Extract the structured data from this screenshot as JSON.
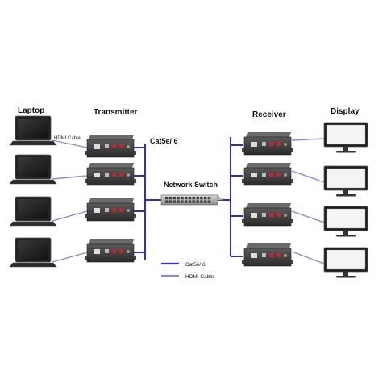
{
  "headers": {
    "laptop": "Laptop",
    "transmitter": "Transmitter",
    "receiver": "Receiver",
    "display": "Display"
  },
  "labels": {
    "cat_cable": "Cat5e/ 6",
    "network_switch": "Network Switch",
    "hdmi_cable": "HDMI Cable"
  },
  "legend": [
    {
      "label": "Cat5e/ 6",
      "color": "#2f2fc8"
    },
    {
      "label": "HDMI Cable",
      "color": "#8a8ad8"
    }
  ],
  "colors": {
    "cat_line": "#2f2fc8",
    "hdmi_line": "#8a8ad8",
    "device_body": "#3c3c3c",
    "port_red": "#c0282a"
  },
  "icons": {
    "laptop": "laptop-icon",
    "monitor": "monitor-icon",
    "transmitter": "transmitter-box-icon",
    "receiver": "receiver-box-icon",
    "switch": "network-switch-icon"
  }
}
